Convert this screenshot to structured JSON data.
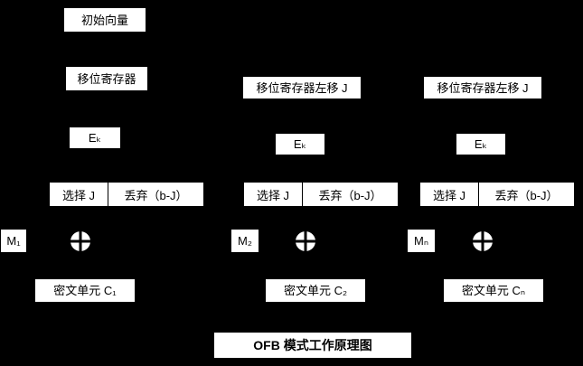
{
  "title": "OFB 模式工作原理图",
  "colors": {
    "background": "#000000",
    "box_fill": "#ffffff",
    "box_text": "#000000"
  },
  "diagram": {
    "columns": [
      {
        "init_vector": "初始向量",
        "shift_register": "移位寄存器",
        "cipher_key": "Eₖ",
        "select": "选择 J",
        "discard": "丢弃（b-J）",
        "message": "M₁",
        "xor_icon": "xor-circle",
        "cipher_unit": "密文单元 C₁"
      },
      {
        "shift_register": "移位寄存器左移 J",
        "cipher_key": "Eₖ",
        "select": "选择 J",
        "discard": "丢弃（b-J）",
        "message": "M₂",
        "xor_icon": "xor-circle",
        "cipher_unit": "密文单元 C₂"
      },
      {
        "shift_register": "移位寄存器左移 J",
        "cipher_key": "Eₖ",
        "select": "选择 J",
        "discard": "丢弃（b-J）",
        "message": "Mₙ",
        "xor_icon": "xor-circle",
        "cipher_unit": "密文单元 Cₙ"
      }
    ]
  }
}
